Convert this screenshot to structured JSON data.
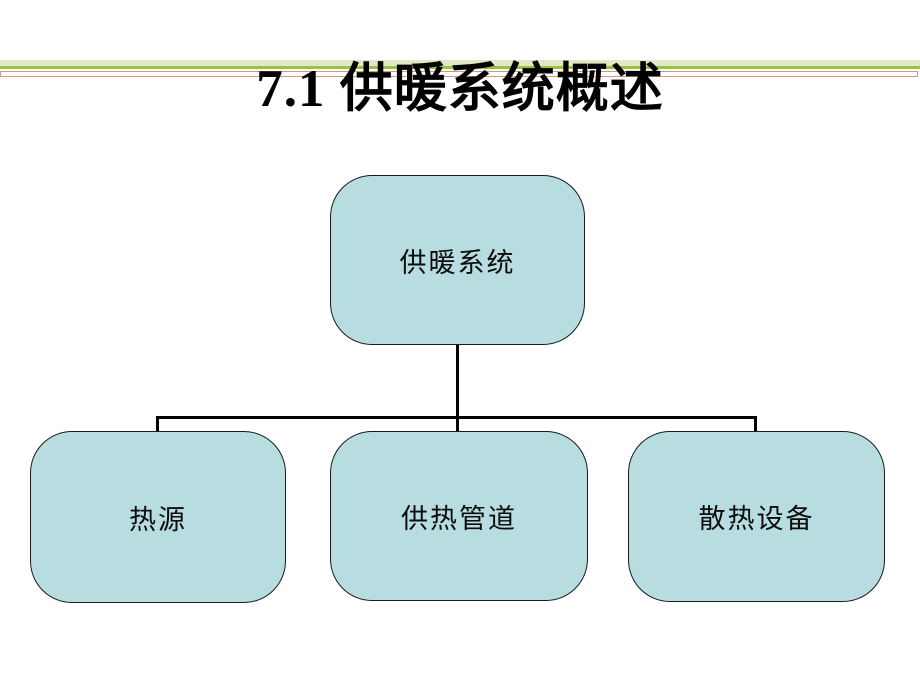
{
  "slide": {
    "title": "7.1 供暖系统概述",
    "background_color": "#ffffff",
    "decor": {
      "green_band_color": "#dcebc4",
      "green_line_color": "#9cc041",
      "salmon_frame_color": "#cf9a85"
    }
  },
  "diagram": {
    "type": "org-chart",
    "box_fill_color": "#b7dde1",
    "box_border_color": "#1a1a1a",
    "connector_color": "#000000",
    "root": {
      "label": "供暖系统"
    },
    "children": [
      {
        "label": "热源"
      },
      {
        "label": "供热管道"
      },
      {
        "label": "散热设备"
      }
    ]
  }
}
